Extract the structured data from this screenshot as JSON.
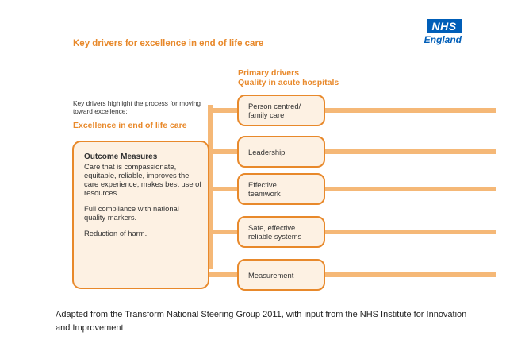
{
  "header": {
    "title": "Key drivers for excellence in end of life care"
  },
  "logo": {
    "label": "NHS",
    "region": "England",
    "color": "#005EB8"
  },
  "primary_drivers": {
    "heading_line1": "Primary drivers",
    "heading_line2": "Quality in acute hospitals",
    "items": [
      {
        "label": "Person centred/\nfamily care"
      },
      {
        "label": "Leadership"
      },
      {
        "label": "Effective\nteamwork"
      },
      {
        "label": "Safe, effective\nreliable systems"
      },
      {
        "label": "Measurement"
      }
    ]
  },
  "left_panel": {
    "intro": "Key drivers highlight the process for moving toward excellence:",
    "heading": "Excellence in end of life care",
    "outcome_title": "Outcome Measures",
    "outcome_text1": "Care that is compassionate, equitable, reliable, improves the care experience, makes best use of resources.",
    "outcome_text2": "Full compliance with national quality markers.",
    "outcome_text3": "Reduction of harm."
  },
  "caption": {
    "text": "Adapted from the Transform National Steering Group 2011, with input from the NHS Institute for Innovation and Improvement"
  },
  "colors": {
    "accent": "#E8892B",
    "box_fill": "#FDF1E3",
    "connector": "#F5B877"
  }
}
